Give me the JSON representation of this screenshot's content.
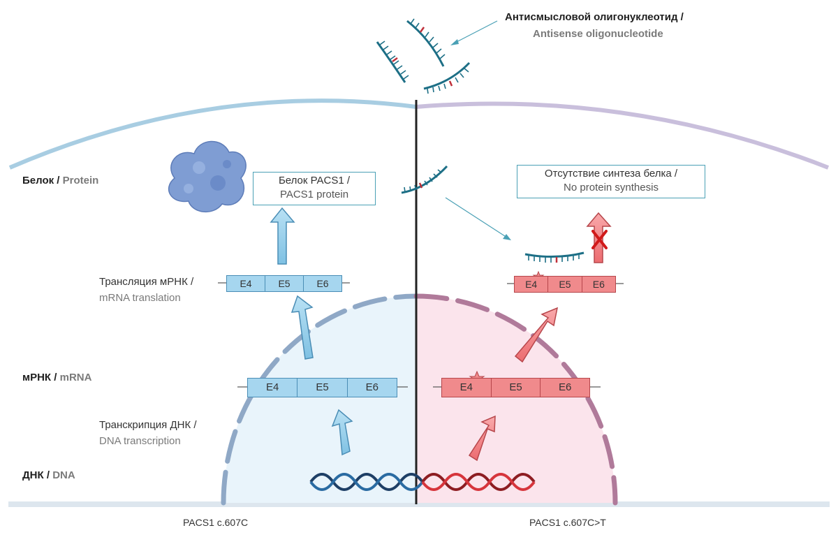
{
  "aso": {
    "ru": "Антисмысловой олигонуклеотид /",
    "en": "Antisense oligonucleotide"
  },
  "levels": {
    "protein": {
      "ru": "Белок /",
      "en": "Protein"
    },
    "mrna": {
      "ru": "мРНК /",
      "en": "mRNA"
    },
    "dna": {
      "ru": "ДНК /",
      "en": "DNA"
    }
  },
  "processes": {
    "translation": {
      "ru": "Трансляция мРНК /",
      "en": "mRNA translation"
    },
    "transcription": {
      "ru": "Транскрипция ДНК /",
      "en": "DNA transcription"
    }
  },
  "protein_box": {
    "ru": "Белок PACS1 /",
    "en": "PACS1 protein"
  },
  "no_protein_box": {
    "ru": "Отсутствие синтеза белка /",
    "en": "No protein synthesis"
  },
  "exons": [
    "E4",
    "E5",
    "E6"
  ],
  "bottom": {
    "left": "PACS1 c.607C",
    "right": "PACS1 c.607C>T"
  },
  "colors": {
    "normal": "#a6d6ef",
    "mutant": "#f08a8c",
    "aso": "#1d6f86",
    "divider": "#222222"
  }
}
